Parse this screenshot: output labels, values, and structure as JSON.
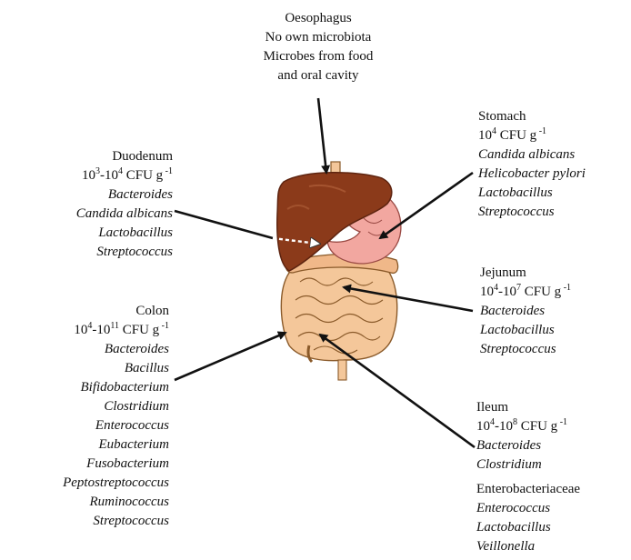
{
  "oesophagus": {
    "name": "Oesophagus",
    "lines": [
      "No own microbiota",
      "Microbes from food",
      "and oral cavity"
    ]
  },
  "stomach": {
    "name": "Stomach",
    "count": {
      "base": "10",
      "exp": "4",
      "unit": " CFU g",
      "unit_exp": "-1"
    },
    "microbes": [
      "Candida albicans",
      "Helicobacter pylori",
      "Lactobacillus",
      "Streptococcus"
    ]
  },
  "duodenum": {
    "name": "Duodenum",
    "count": {
      "a": "10",
      "a_exp": "3",
      "b": "-10",
      "b_exp": "4",
      "unit": " CFU g",
      "unit_exp": "-1"
    },
    "microbes": [
      "Bacteroides",
      "Candida albicans",
      "Lactobacillus",
      "Streptococcus"
    ]
  },
  "jejunum": {
    "name": "Jejunum",
    "count": {
      "a": "10",
      "a_exp": "4",
      "b": "-10",
      "b_exp": "7",
      "unit": " CFU g",
      "unit_exp": "-1"
    },
    "microbes": [
      "Bacteroides",
      "Lactobacillus",
      "Streptococcus"
    ]
  },
  "colon": {
    "name": "Colon",
    "count": {
      "a": "10",
      "a_exp": "4",
      "b": "-10",
      "b_exp": "11",
      "unit": " CFU g",
      "unit_exp": "-1"
    },
    "microbes": [
      "Bacteroides",
      "Bacillus",
      "Bifidobacterium",
      "Clostridium",
      "Enterococcus",
      "Eubacterium",
      "Fusobacterium",
      "Peptostreptococcus",
      "Ruminococcus",
      "Streptococcus"
    ]
  },
  "ileum": {
    "name": "Ileum",
    "count": {
      "a": "10",
      "a_exp": "4",
      "b": "-10",
      "b_exp": "8",
      "unit": " CFU g",
      "unit_exp": "-1"
    },
    "microbes_a": [
      "Bacteroides",
      "Clostridium"
    ],
    "family": "Enterobacteriaceae",
    "microbes_b": [
      "Enterococcus",
      "Lactobacillus",
      "Veillonella"
    ]
  },
  "colors": {
    "liver": "#8b3a1a",
    "liver_dark": "#5e2410",
    "intestine": "#f4c79a",
    "intestine_outline": "#8a5a2a",
    "stomach": "#f2a7a0",
    "arrow": "#111111"
  }
}
